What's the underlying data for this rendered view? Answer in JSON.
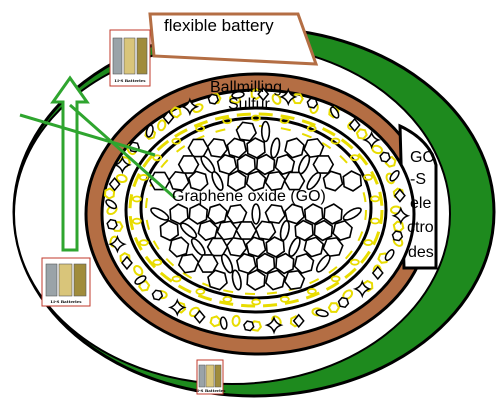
{
  "labels": {
    "flexible_battery": "flexible battery",
    "ballmilling": "Ballmilling",
    "sulfur": "Sulfur",
    "graphene_oxide": "Graphene oxide (GO)",
    "go_s_electrodes": [
      "GO",
      "-S",
      "ele",
      "ctro",
      "des"
    ]
  },
  "battery_icons": [
    {
      "caption": "Li-S Batteries"
    },
    {
      "caption": "Li-S Batteries"
    },
    {
      "caption": "Li-S Batteries"
    }
  ],
  "colors": {
    "green": "#1e8a1e",
    "brown": "#b46e44",
    "yellow": "#e8dc00",
    "arrow_green": "#2fa52f",
    "black": "#000000"
  }
}
